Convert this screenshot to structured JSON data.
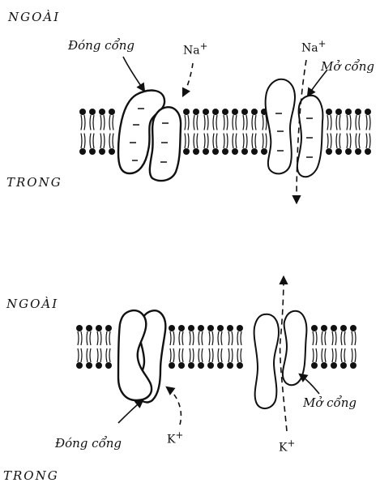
{
  "panel_top": {
    "outside_label": "NGOÀI",
    "inside_label": "TRONG",
    "closed_gate_label": "Đóng cổng",
    "open_gate_label": "Mở cổng",
    "ion_left": "Na",
    "ion_left_charge": "+",
    "ion_right": "Na",
    "ion_right_charge": "+"
  },
  "panel_bottom": {
    "outside_label": "NGOÀI",
    "inside_label": "TRONG",
    "closed_gate_label": "Đóng cổng",
    "open_gate_label": "Mở cổng",
    "ion_left": "K",
    "ion_left_charge": "+",
    "ion_right": "K",
    "ion_right_charge": "+"
  },
  "colors": {
    "ink": "#111111",
    "background": "#ffffff"
  }
}
